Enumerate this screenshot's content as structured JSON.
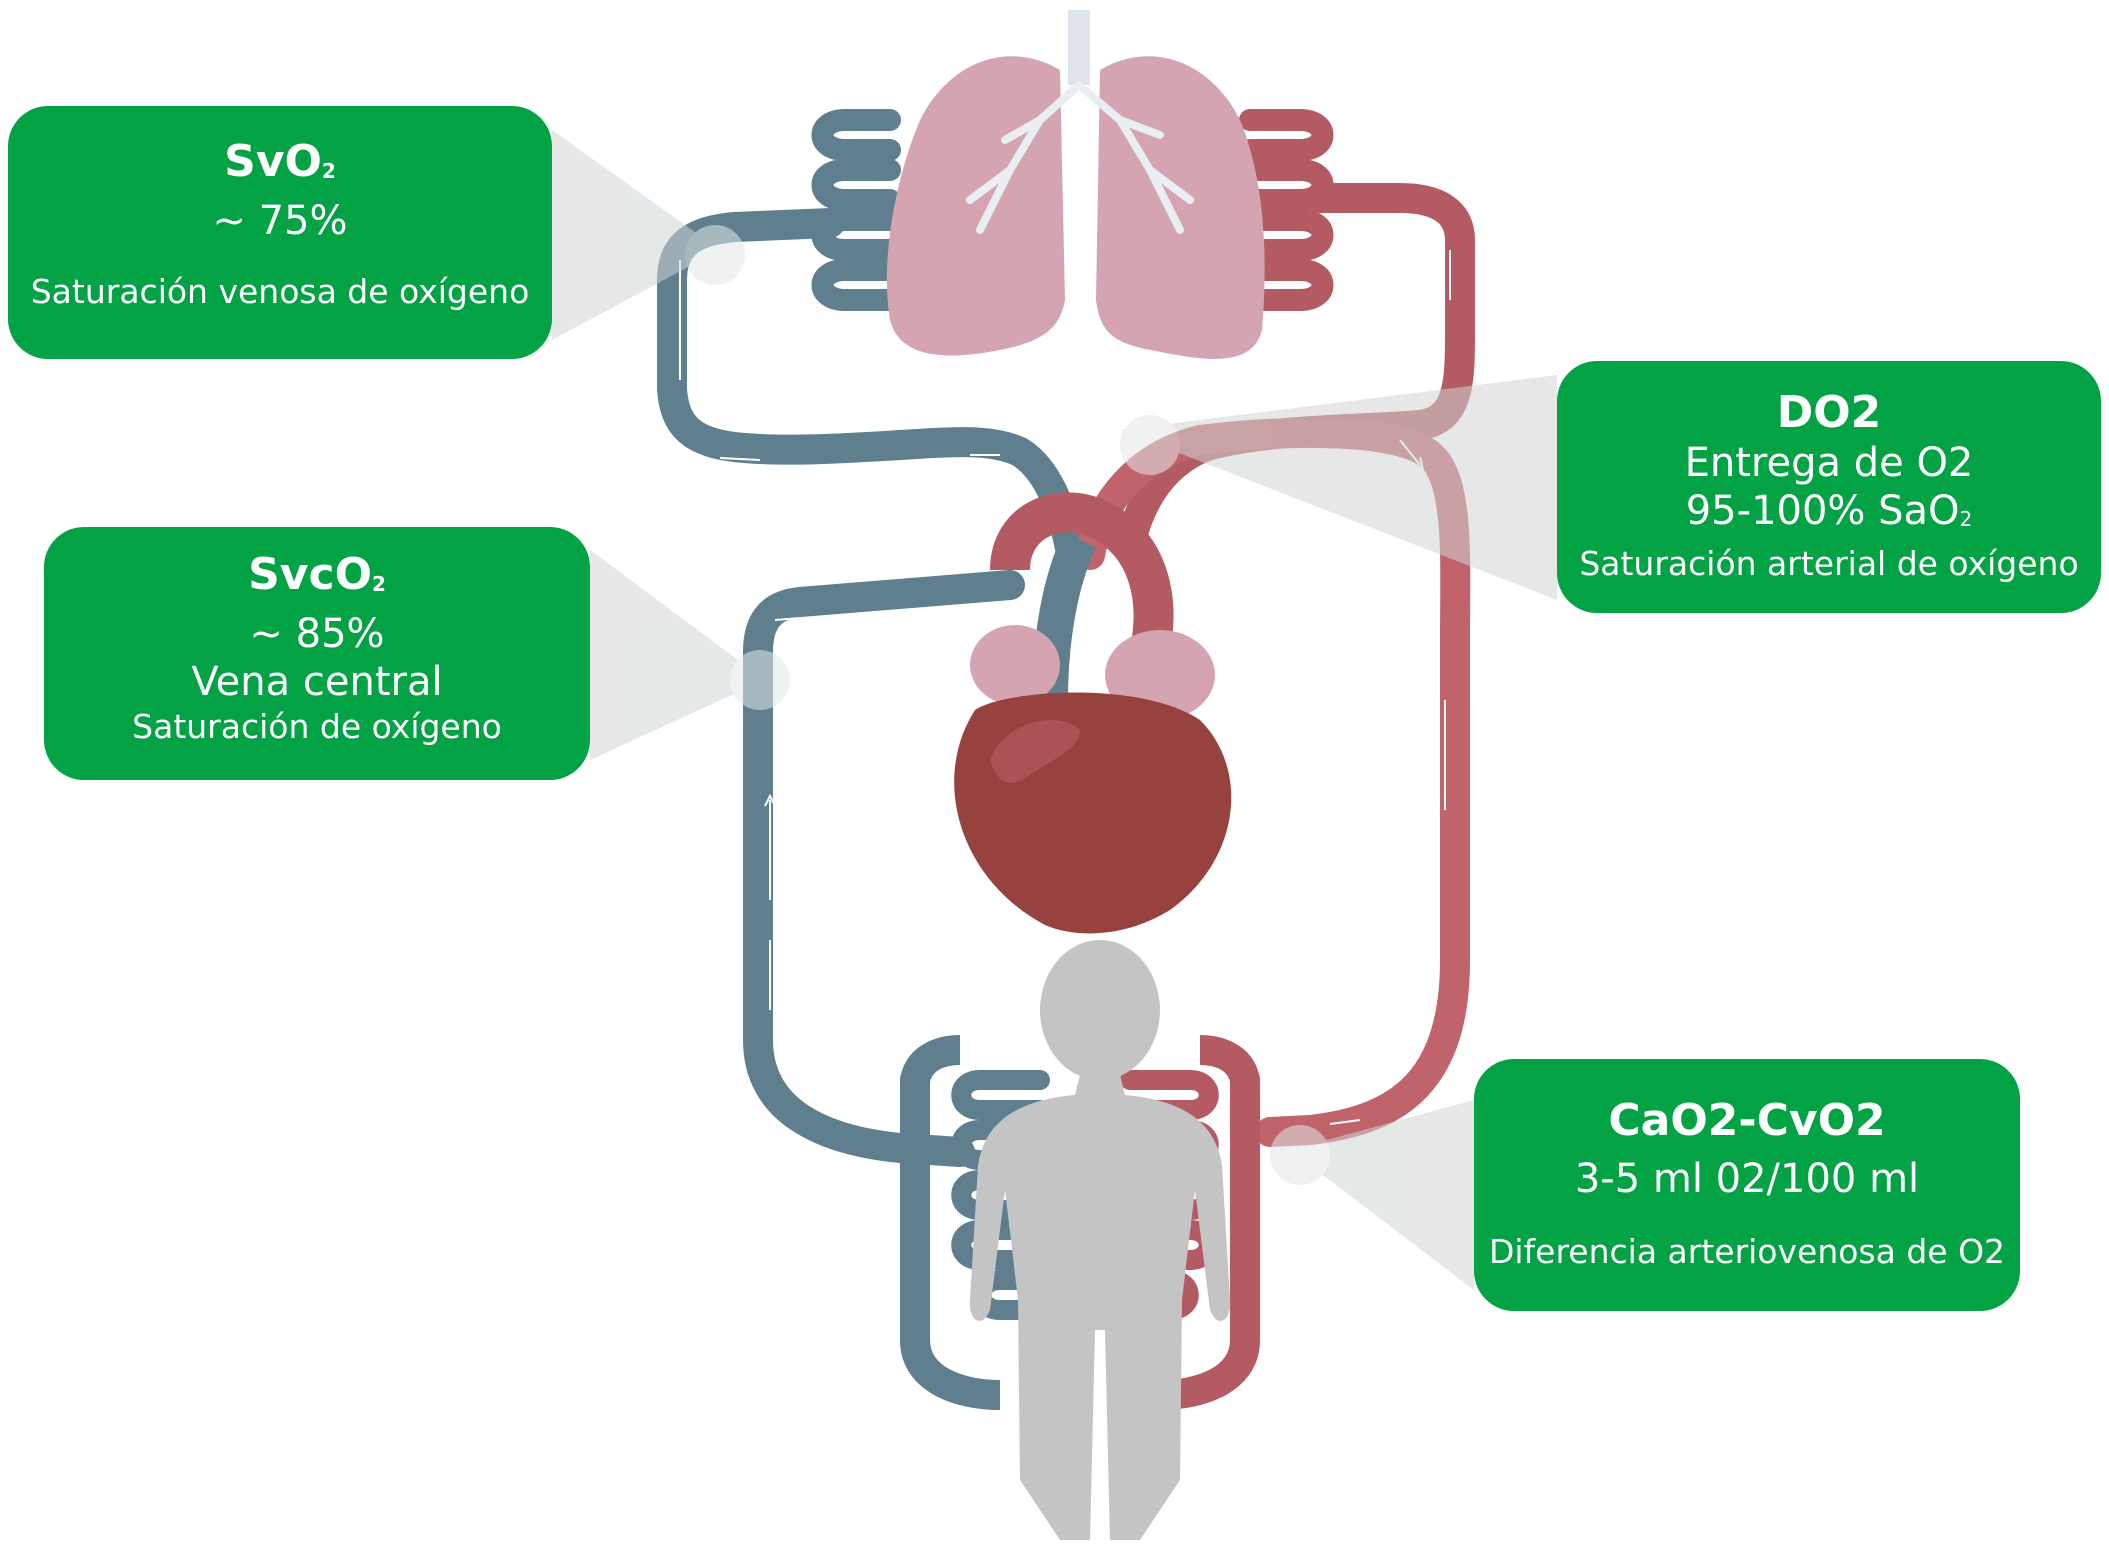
{
  "cards": {
    "svo2": {
      "title": "SvO",
      "title_sub": "2",
      "value": "~ 75%",
      "description": "Saturación venosa de oxígeno"
    },
    "svco2": {
      "title": "SvcO",
      "title_sub": "2",
      "value": "~ 85%",
      "location": "Vena central",
      "description": "Saturación de oxígeno"
    },
    "do2": {
      "title": "DO2",
      "subtitle": "Entrega de O2",
      "value": "95-100% SaO",
      "value_sub": "2",
      "description": "Saturación arterial de oxígeno"
    },
    "cao2_cvo2": {
      "title": "CaO2-CvO2",
      "value": "3-5 ml 02/100 ml",
      "description": "Diferencia arteriovenosa de O2"
    }
  },
  "colors": {
    "card_green": "#02a245",
    "venous_blue": "#5f7e8e",
    "arterial_red": "#b45a62",
    "lung_pink": "#d4a5b0",
    "heart_red": "#98423f",
    "body_gray": "#c4c4c4",
    "callout_gray": "#dfe3e2"
  }
}
